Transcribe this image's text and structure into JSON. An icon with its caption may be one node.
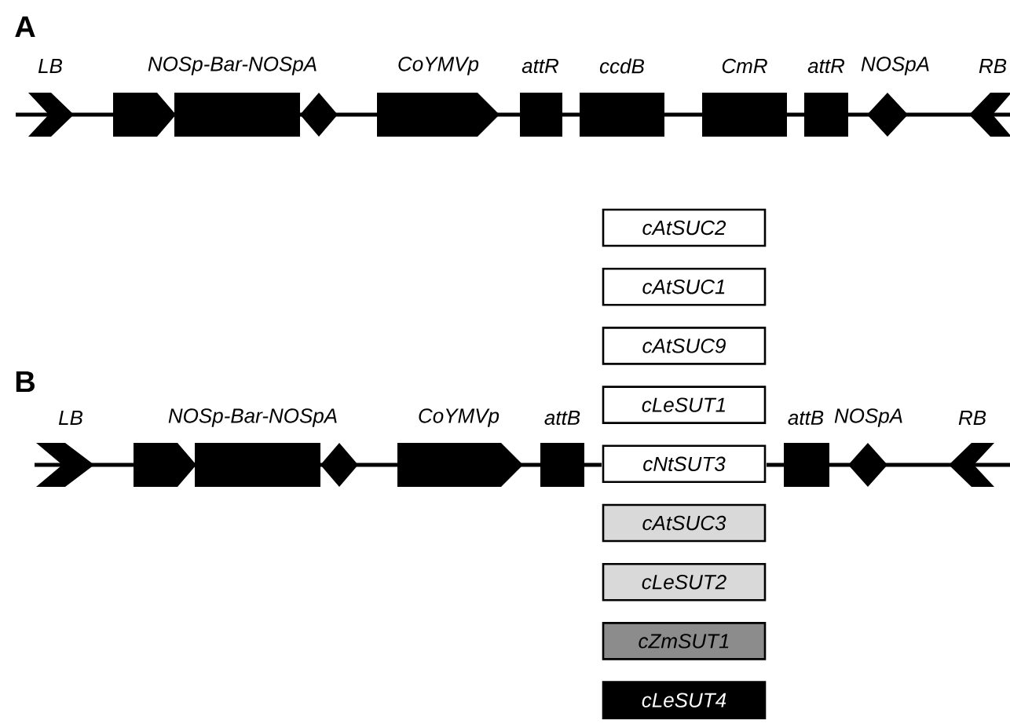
{
  "diagram": {
    "nodes": [
      {
        "text": [
          "cAtSUC2"
        ]
      },
      {
        "text": [
          "cAtSUC1"
        ]
      },
      {
        "text": [
          "cAtSUC9"
        ]
      },
      {
        "text": [
          "cLeSUT1"
        ]
      },
      {
        "text": [
          "cNtSUT3"
        ]
      },
      {
        "text": [
          "cAtSUC3"
        ]
      },
      {
        "text": [
          "cLeSUT2"
        ]
      },
      {
        "text": [
          "cZmSUT1"
        ]
      },
      {
        "text": [
          "cLeSUT4"
        ]
      }
    ],
    "labels": [
      "A",
      "LB",
      "NOSp-Bar-NOSpA",
      "CoYMVp",
      "attR",
      "ccdB",
      "CmR",
      "attR",
      "NOSpA",
      "RB",
      "B",
      "LB",
      "NOSp-Bar-NOSpA",
      "CoYMVp",
      "attB",
      "attB",
      "NOSpA",
      "RB"
    ]
  }
}
